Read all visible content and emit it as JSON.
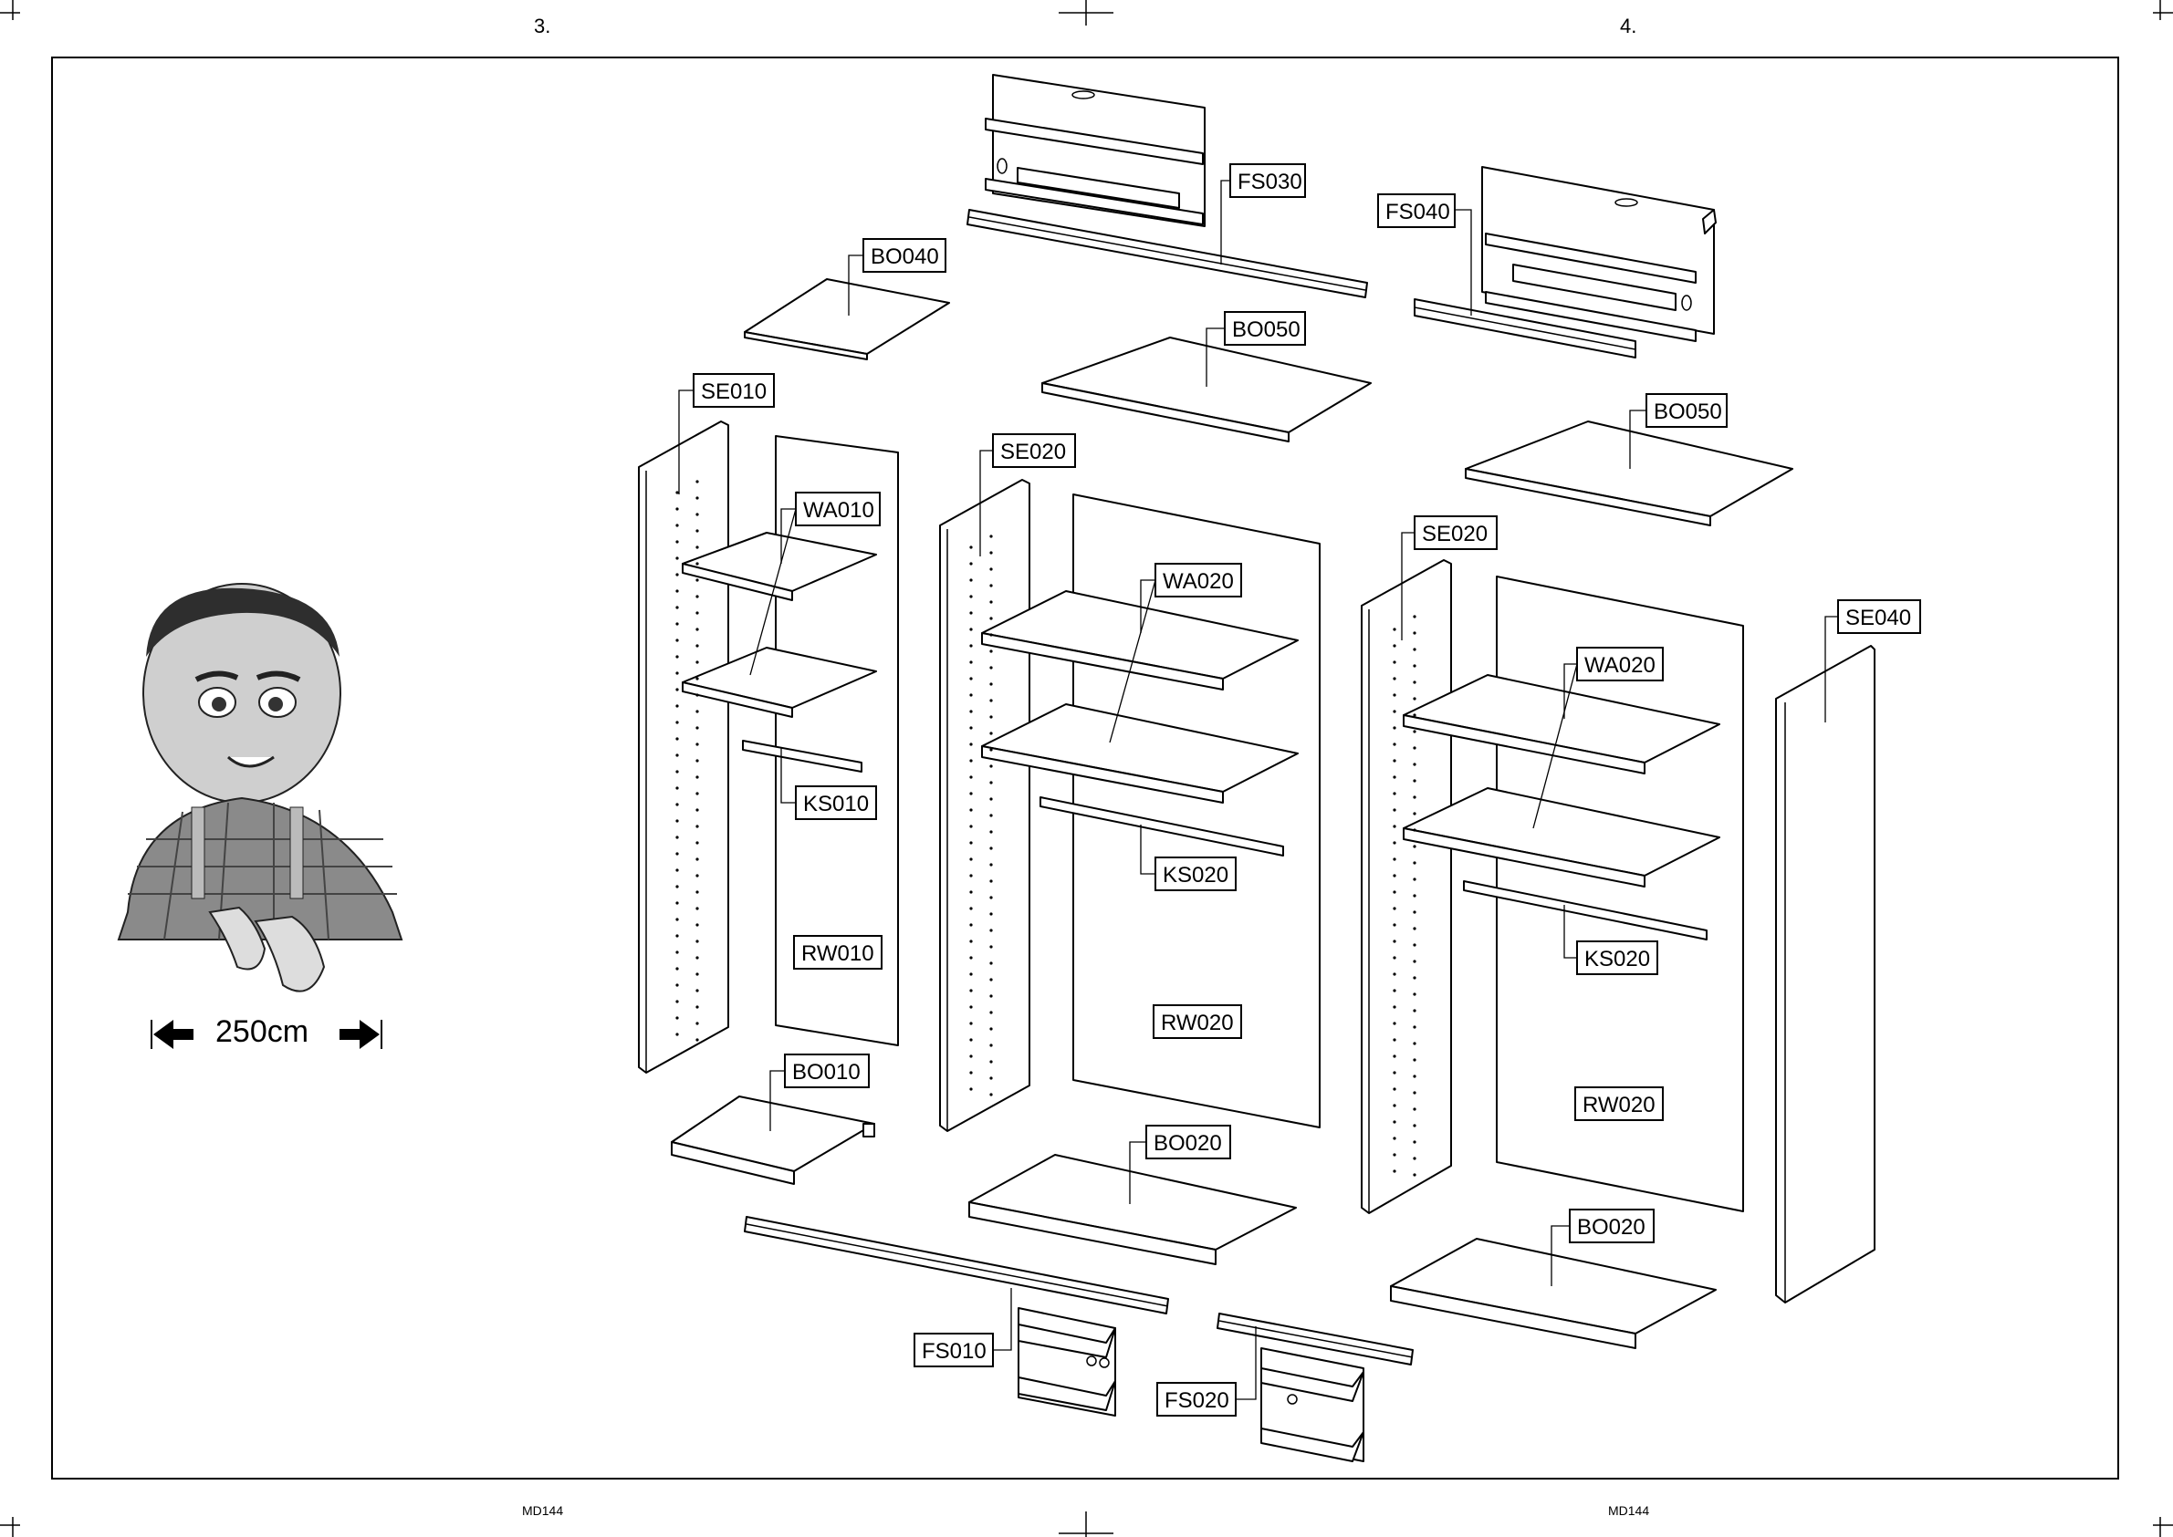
{
  "page": {
    "left_step": "3.",
    "right_step": "4.",
    "left_footer": "MD144",
    "right_footer": "MD144"
  },
  "width_indicator": {
    "text": "250cm",
    "left_icon": "arrow-left-icon",
    "right_icon": "arrow-right-icon"
  },
  "mascot": {
    "icon": "worker-mascot-icon"
  },
  "parts": {
    "fs030": "FS030",
    "fs040": "FS040",
    "bo040": "BO040",
    "bo050_a": "BO050",
    "bo050_b": "BO050",
    "se010": "SE010",
    "se020_a": "SE020",
    "se020_b": "SE020",
    "se040": "SE040",
    "wa010": "WA010",
    "wa020_a": "WA020",
    "wa020_b": "WA020",
    "ks010": "KS010",
    "ks020_a": "KS020",
    "ks020_b": "KS020",
    "rw010": "RW010",
    "rw020_a": "RW020",
    "rw020_b": "RW020",
    "bo010": "BO010",
    "bo020_a": "BO020",
    "bo020_b": "BO020",
    "fs010": "FS010",
    "fs020": "FS020"
  }
}
